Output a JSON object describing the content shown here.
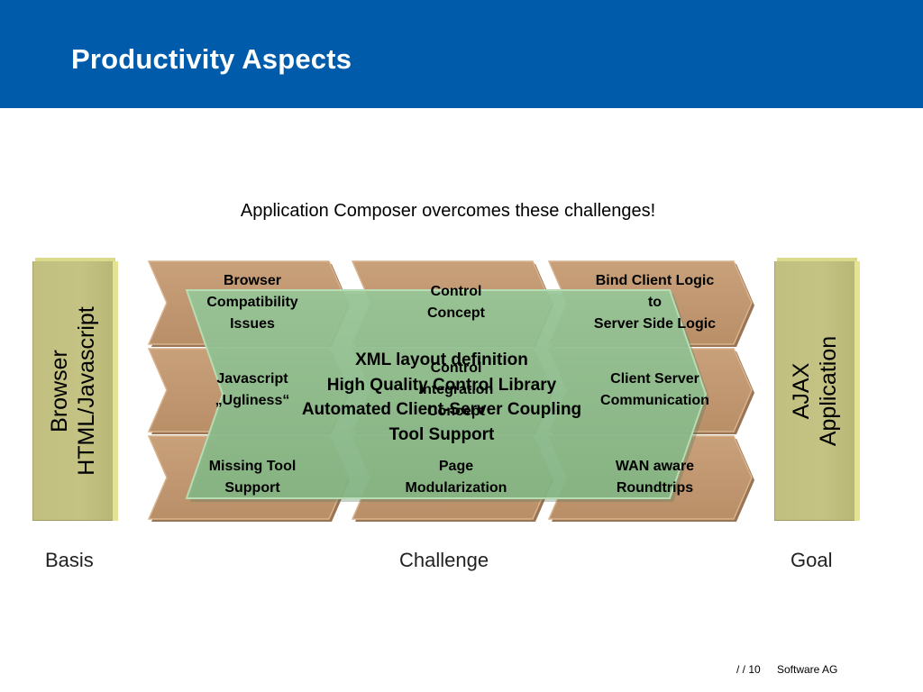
{
  "header": {
    "title": "Productivity Aspects"
  },
  "subtitle": "Application Composer overcomes these challenges!",
  "basis": {
    "text": "Browser\nHTML/Javascript",
    "label": "Basis"
  },
  "goal": {
    "text": "AJAX\nApplication",
    "label": "Goal"
  },
  "challenge_label": "Challenge",
  "cells": [
    {
      "label": "Browser\nCompatibility\nIssues"
    },
    {
      "label": "Control\nConcept"
    },
    {
      "label": "Bind Client Logic\nto\nServer Side Logic"
    },
    {
      "label": "Javascript\n„Ugliness“"
    },
    {
      "label": "Control\nIntegration\nConcept"
    },
    {
      "label": "Client Server\nCommunication"
    },
    {
      "label": "Missing Tool\nSupport"
    },
    {
      "label": "Page\nModularization"
    },
    {
      "label": "WAN aware\nRoundtrips"
    }
  ],
  "overlay": {
    "text": "XML layout definition\nHigh Quality Control Library\nAutomated Client-Server Coupling\nTool Support"
  },
  "footer": {
    "page": "/  / 10",
    "brand": "Software AG"
  },
  "colors": {
    "title_bar": "#015bab",
    "cell_fill": "#c29b74",
    "cell_edge": "#d6ae86",
    "side_fill": "#c2c080",
    "overlay_fill": "#8fbf8e"
  }
}
